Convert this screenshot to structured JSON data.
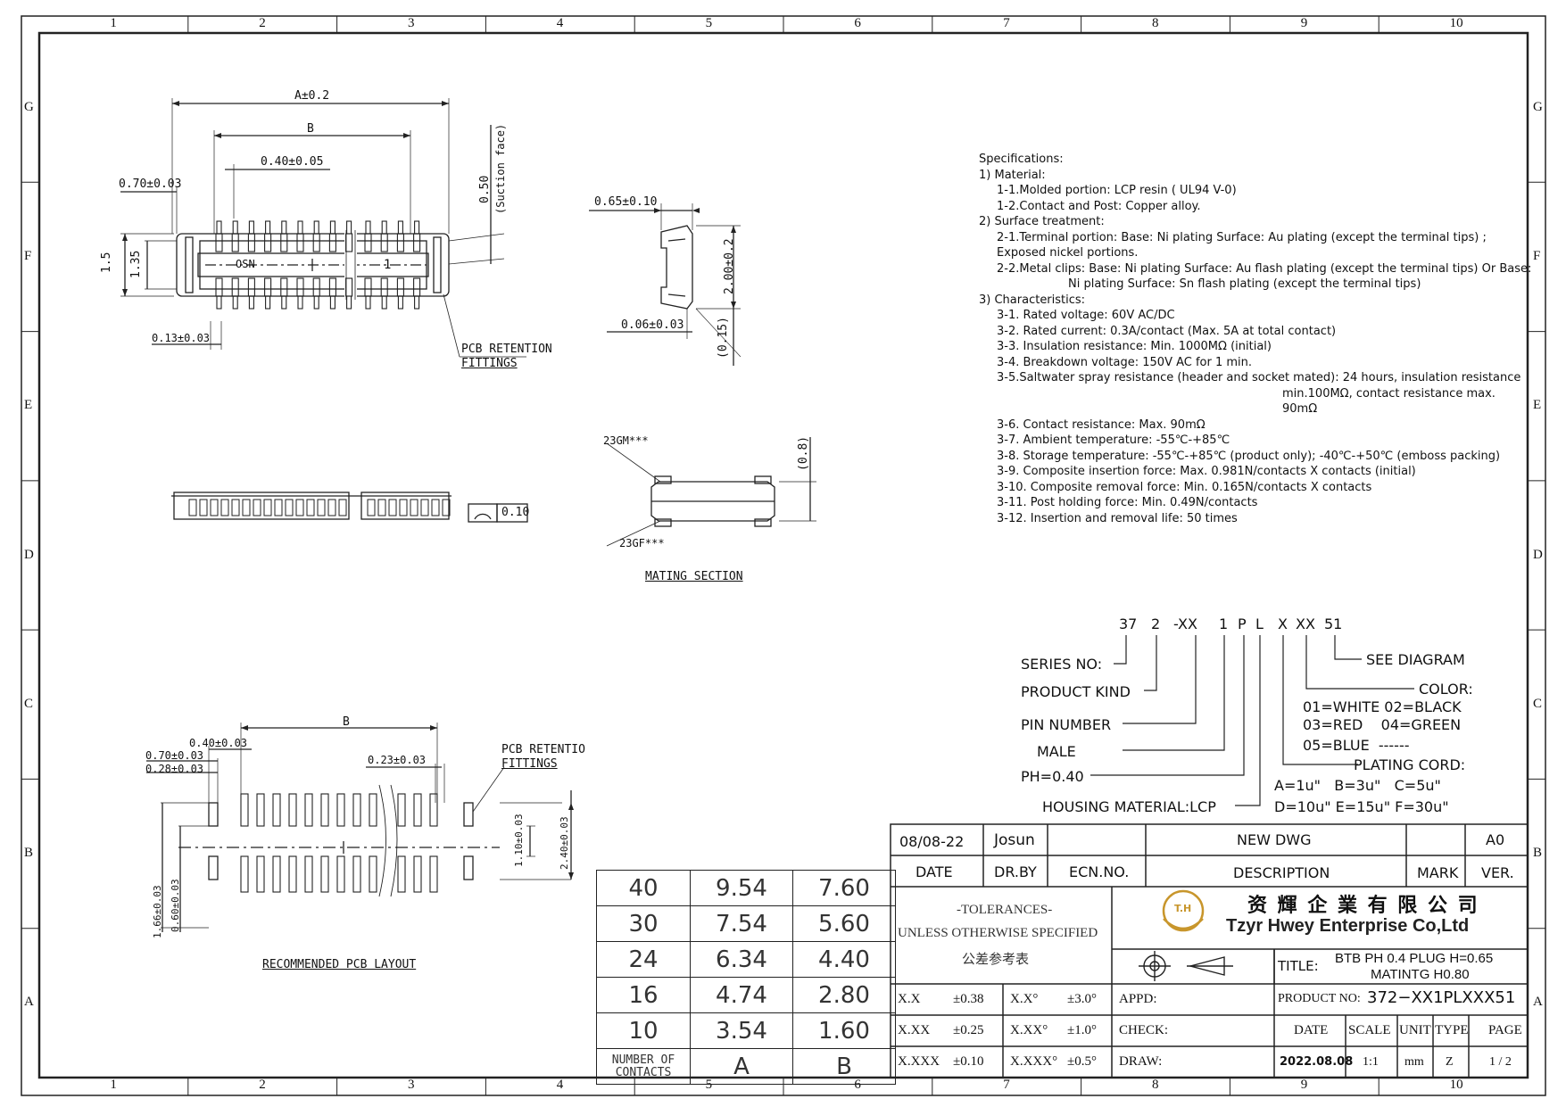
{
  "zones": {
    "columns": [
      "1",
      "2",
      "3",
      "4",
      "5",
      "6",
      "7",
      "8",
      "9",
      "10"
    ],
    "rows": [
      "G",
      "F",
      "E",
      "D",
      "C",
      "B",
      "A"
    ]
  },
  "top_view": {
    "dim_a": "A±0.2",
    "dim_b": "B",
    "pitch": "0.40±0.05",
    "left_offset": "0.70±0.03",
    "height_outer": "1.5",
    "height_inner": "1.35",
    "lead_width": "0.13±0.03",
    "suction": "0.50",
    "suction_note": "(Suction face)",
    "pin_marker": "1",
    "logo": "OSN",
    "callout": [
      "PCB RETENTION",
      "FITTINGS"
    ]
  },
  "side_view": {
    "width": "0.65±0.10",
    "height": "2.00±0.2",
    "tail": "0.06±0.03",
    "ref": "(0.15)"
  },
  "front_view": {
    "flatness": "0.10"
  },
  "mating": {
    "top_label": "23GM***",
    "bottom_label": "23GF***",
    "height": "(0.8)",
    "title": "MATING SECTION"
  },
  "pcb_layout": {
    "dim_b": "B",
    "pad_pitch": "0.40±0.03",
    "edge_1": "0.70±0.03",
    "edge_2": "0.28±0.03",
    "pad_w": "0.23±0.03",
    "row_gap": "1.10±0.03",
    "total_h": "2.40±0.03",
    "side_1": "1.66±0.03",
    "side_2": "0.60±0.03",
    "callout": [
      "PCB RETENTIO",
      "FITTINGS"
    ],
    "title": "RECOMMENDED PCB LAYOUT"
  },
  "specifications": [
    "Specifications:",
    "1) Material:",
    "1-1.Molded portion: LCP resin ( UL94 V-0)",
    "1-2.Contact and Post: Copper alloy.",
    "2) Surface treatment:",
    "2-1.Terminal portion: Base: Ni plating Surface: Au plating (except the terminal tips) ;",
    "Exposed nickel portions.",
    "2-2.Metal clips: Base: Ni plating Surface: Au flash plating (except the terminal tips) Or Base:",
    "Ni plating Surface: Sn flash plating (except the terminal tips)",
    "3) Characteristics:",
    "3-1. Rated voltage: 60V AC/DC",
    "3-2. Rated current: 0.3A/contact (Max. 5A at total contact)",
    "3-3. Insulation resistance: Min. 1000MΩ (initial)",
    "3-4. Breakdown voltage: 150V AC for 1 min.",
    "3-5.Saltwater spray resistance (header and socket mated): 24 hours, insulation resistance",
    "min.100MΩ, contact resistance max.",
    "90mΩ",
    "3-6. Contact resistance: Max. 90mΩ",
    "3-7. Ambient temperature: -55℃-+85℃",
    "3-8. Storage temperature: -55℃-+85℃ (product only); -40℃-+50℃ (emboss packing)",
    "3-9. Composite insertion force: Max. 0.981N/contacts X contacts (initial)",
    "3-10. Composite removal force: Min. 0.165N/contacts X contacts",
    "3-11. Post holding force: Min. 0.49N/contacts",
    "3-12. Insertion and removal life: 50 times"
  ],
  "part_number": {
    "segments": [
      "37",
      "2",
      "-XX",
      "1",
      "P",
      "L",
      "X",
      "XX",
      "51"
    ],
    "labels": {
      "series": "SERIES NO:",
      "kind": "PRODUCT KIND",
      "pins": "PIN NUMBER",
      "male": "MALE",
      "pitch": "PH=0.40",
      "housing": "HOUSING MATERIAL:LCP",
      "see": "SEE DIAGRAM",
      "color": "COLOR:",
      "color_1": "01=WHITE  02=BLACK",
      "color_2": "03=RED    04=GREEN",
      "color_3": "05=BLUE  ------",
      "plating": "PLATING CORD:",
      "plating_1": "A=1u\"   B=3u\"   C=5u\"",
      "plating_2": "D=10u\" E=15u\" F=30u\""
    }
  },
  "contacts_table": {
    "rows": [
      {
        "n": "40",
        "a": "9.54",
        "b": "7.60"
      },
      {
        "n": "30",
        "a": "7.54",
        "b": "5.60"
      },
      {
        "n": "24",
        "a": "6.34",
        "b": "4.40"
      },
      {
        "n": "16",
        "a": "4.74",
        "b": "2.80"
      },
      {
        "n": "10",
        "a": "3.54",
        "b": "1.60"
      }
    ],
    "footer": {
      "label_1": "NUMBER OF",
      "label_2": "CONTACTS",
      "a": "A",
      "b": "B"
    }
  },
  "title_block": {
    "rev_date": "08/08-22",
    "rev_by": "Josun",
    "rev_desc": "NEW DWG",
    "rev_ver": "A0",
    "h_date": "DATE",
    "h_drby": "DR.BY",
    "h_ecn": "ECN.NO.",
    "h_desc": "DESCRIPTION",
    "h_mark": "MARK",
    "h_ver": "VER.",
    "tol_1": "-TOLERANCES-",
    "tol_2": "UNLESS OTHERWISE SPECIFIED",
    "tol_3": "公差参考表",
    "company_cn": "资 輝 企 業 有 限 公 司",
    "company_en": "Tzyr Hwey Enterprise Co,Ltd",
    "logo": "T.H",
    "title_label": "TITLE:",
    "title_1": "BTB PH 0.4  PLUG  H=0.65",
    "title_2": "MATINTG H0.80",
    "appd": "APPD:",
    "check": "CHECK:",
    "draw": "DRAW:",
    "product_label": "PRODUCT NO:",
    "product_no": "372−XX1PLXXX51",
    "tol_rows": [
      {
        "a": "X.X",
        "b": "±0.38",
        "c": "X.X°",
        "d": "±3.0°"
      },
      {
        "a": "X.XX",
        "b": "±0.25",
        "c": "X.XX°",
        "d": "±1.0°"
      },
      {
        "a": "X.XXX",
        "b": "±0.10",
        "c": "X.XXX°",
        "d": "±0.5°"
      }
    ],
    "h_date2": "DATE",
    "h_scale": "SCALE",
    "h_unit": "UNIT",
    "h_type": "TYPE",
    "h_page": "PAGE",
    "date": "2022.08.08",
    "scale": "1:1",
    "unit": "mm",
    "type": "Z",
    "page": "1 / 2"
  }
}
